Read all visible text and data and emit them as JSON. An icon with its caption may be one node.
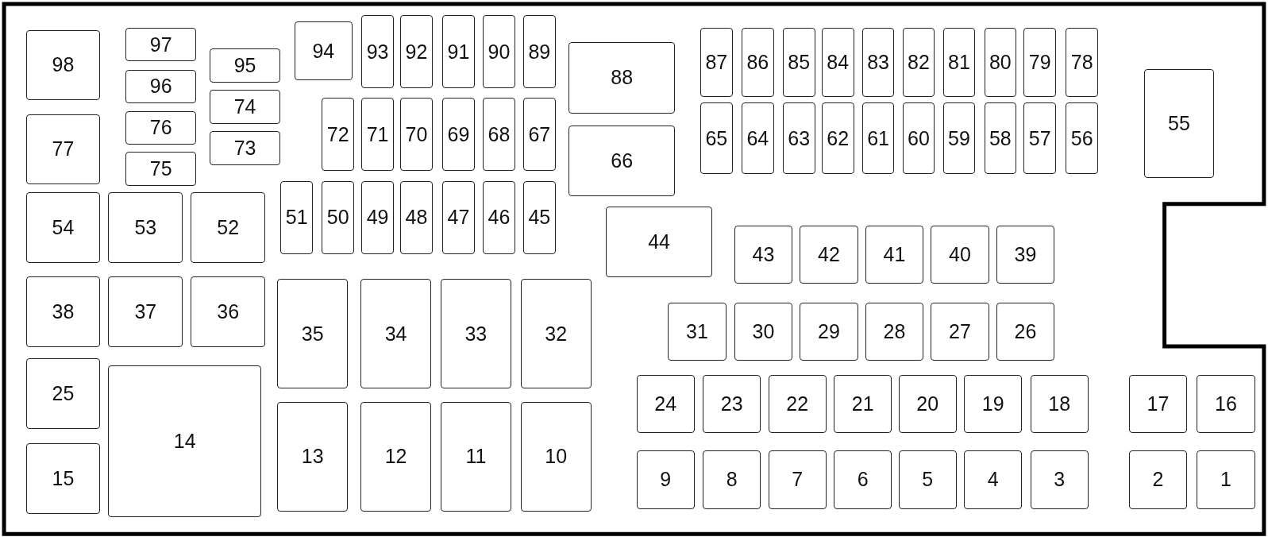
{
  "diagram": {
    "nodes": [
      {
        "text": [
          "98"
        ]
      },
      {
        "text": [
          "77"
        ]
      },
      {
        "text": [
          "54"
        ]
      },
      {
        "text": [
          "38"
        ]
      },
      {
        "text": [
          "25"
        ]
      },
      {
        "text": [
          "15"
        ]
      },
      {
        "text": [
          "97"
        ]
      },
      {
        "text": [
          "96"
        ]
      },
      {
        "text": [
          "76"
        ]
      },
      {
        "text": [
          "75"
        ]
      },
      {
        "text": [
          "95"
        ]
      },
      {
        "text": [
          "74"
        ]
      },
      {
        "text": [
          "73"
        ]
      },
      {
        "text": [
          "53"
        ]
      },
      {
        "text": [
          "52"
        ]
      },
      {
        "text": [
          "37"
        ]
      },
      {
        "text": [
          "36"
        ]
      },
      {
        "text": [
          "14"
        ]
      },
      {
        "text": [
          "94"
        ]
      },
      {
        "text": [
          "93"
        ]
      },
      {
        "text": [
          "92"
        ]
      },
      {
        "text": [
          "91"
        ]
      },
      {
        "text": [
          "90"
        ]
      },
      {
        "text": [
          "89"
        ]
      },
      {
        "text": [
          "72"
        ]
      },
      {
        "text": [
          "71"
        ]
      },
      {
        "text": [
          "70"
        ]
      },
      {
        "text": [
          "69"
        ]
      },
      {
        "text": [
          "68"
        ]
      },
      {
        "text": [
          "67"
        ]
      },
      {
        "text": [
          "51"
        ]
      },
      {
        "text": [
          "50"
        ]
      },
      {
        "text": [
          "49"
        ]
      },
      {
        "text": [
          "48"
        ]
      },
      {
        "text": [
          "47"
        ]
      },
      {
        "text": [
          "46"
        ]
      },
      {
        "text": [
          "45"
        ]
      },
      {
        "text": [
          "88"
        ]
      },
      {
        "text": [
          "66"
        ]
      },
      {
        "text": [
          "44"
        ]
      },
      {
        "text": [
          "35"
        ]
      },
      {
        "text": [
          "34"
        ]
      },
      {
        "text": [
          "33"
        ]
      },
      {
        "text": [
          "32"
        ]
      },
      {
        "text": [
          "13"
        ]
      },
      {
        "text": [
          "12"
        ]
      },
      {
        "text": [
          "11"
        ]
      },
      {
        "text": [
          "10"
        ]
      },
      {
        "text": [
          "87"
        ]
      },
      {
        "text": [
          "86"
        ]
      },
      {
        "text": [
          "85"
        ]
      },
      {
        "text": [
          "84"
        ]
      },
      {
        "text": [
          "83"
        ]
      },
      {
        "text": [
          "82"
        ]
      },
      {
        "text": [
          "81"
        ]
      },
      {
        "text": [
          "80"
        ]
      },
      {
        "text": [
          "79"
        ]
      },
      {
        "text": [
          "78"
        ]
      },
      {
        "text": [
          "65"
        ]
      },
      {
        "text": [
          "64"
        ]
      },
      {
        "text": [
          "63"
        ]
      },
      {
        "text": [
          "62"
        ]
      },
      {
        "text": [
          "61"
        ]
      },
      {
        "text": [
          "60"
        ]
      },
      {
        "text": [
          "59"
        ]
      },
      {
        "text": [
          "58"
        ]
      },
      {
        "text": [
          "57"
        ]
      },
      {
        "text": [
          "56"
        ]
      },
      {
        "text": [
          "55"
        ]
      },
      {
        "text": [
          "43"
        ]
      },
      {
        "text": [
          "42"
        ]
      },
      {
        "text": [
          "41"
        ]
      },
      {
        "text": [
          "40"
        ]
      },
      {
        "text": [
          "39"
        ]
      },
      {
        "text": [
          "31"
        ]
      },
      {
        "text": [
          "30"
        ]
      },
      {
        "text": [
          "29"
        ]
      },
      {
        "text": [
          "28"
        ]
      },
      {
        "text": [
          "27"
        ]
      },
      {
        "text": [
          "26"
        ]
      },
      {
        "text": [
          "24"
        ]
      },
      {
        "text": [
          "23"
        ]
      },
      {
        "text": [
          "22"
        ]
      },
      {
        "text": [
          "21"
        ]
      },
      {
        "text": [
          "20"
        ]
      },
      {
        "text": [
          "19"
        ]
      },
      {
        "text": [
          "18"
        ]
      },
      {
        "text": [
          "9"
        ]
      },
      {
        "text": [
          "8"
        ]
      },
      {
        "text": [
          "7"
        ]
      },
      {
        "text": [
          "6"
        ]
      },
      {
        "text": [
          "5"
        ]
      },
      {
        "text": [
          "4"
        ]
      },
      {
        "text": [
          "3"
        ]
      },
      {
        "text": [
          "17"
        ]
      },
      {
        "text": [
          "16"
        ]
      },
      {
        "text": [
          "2"
        ]
      },
      {
        "text": [
          "1"
        ]
      }
    ]
  }
}
